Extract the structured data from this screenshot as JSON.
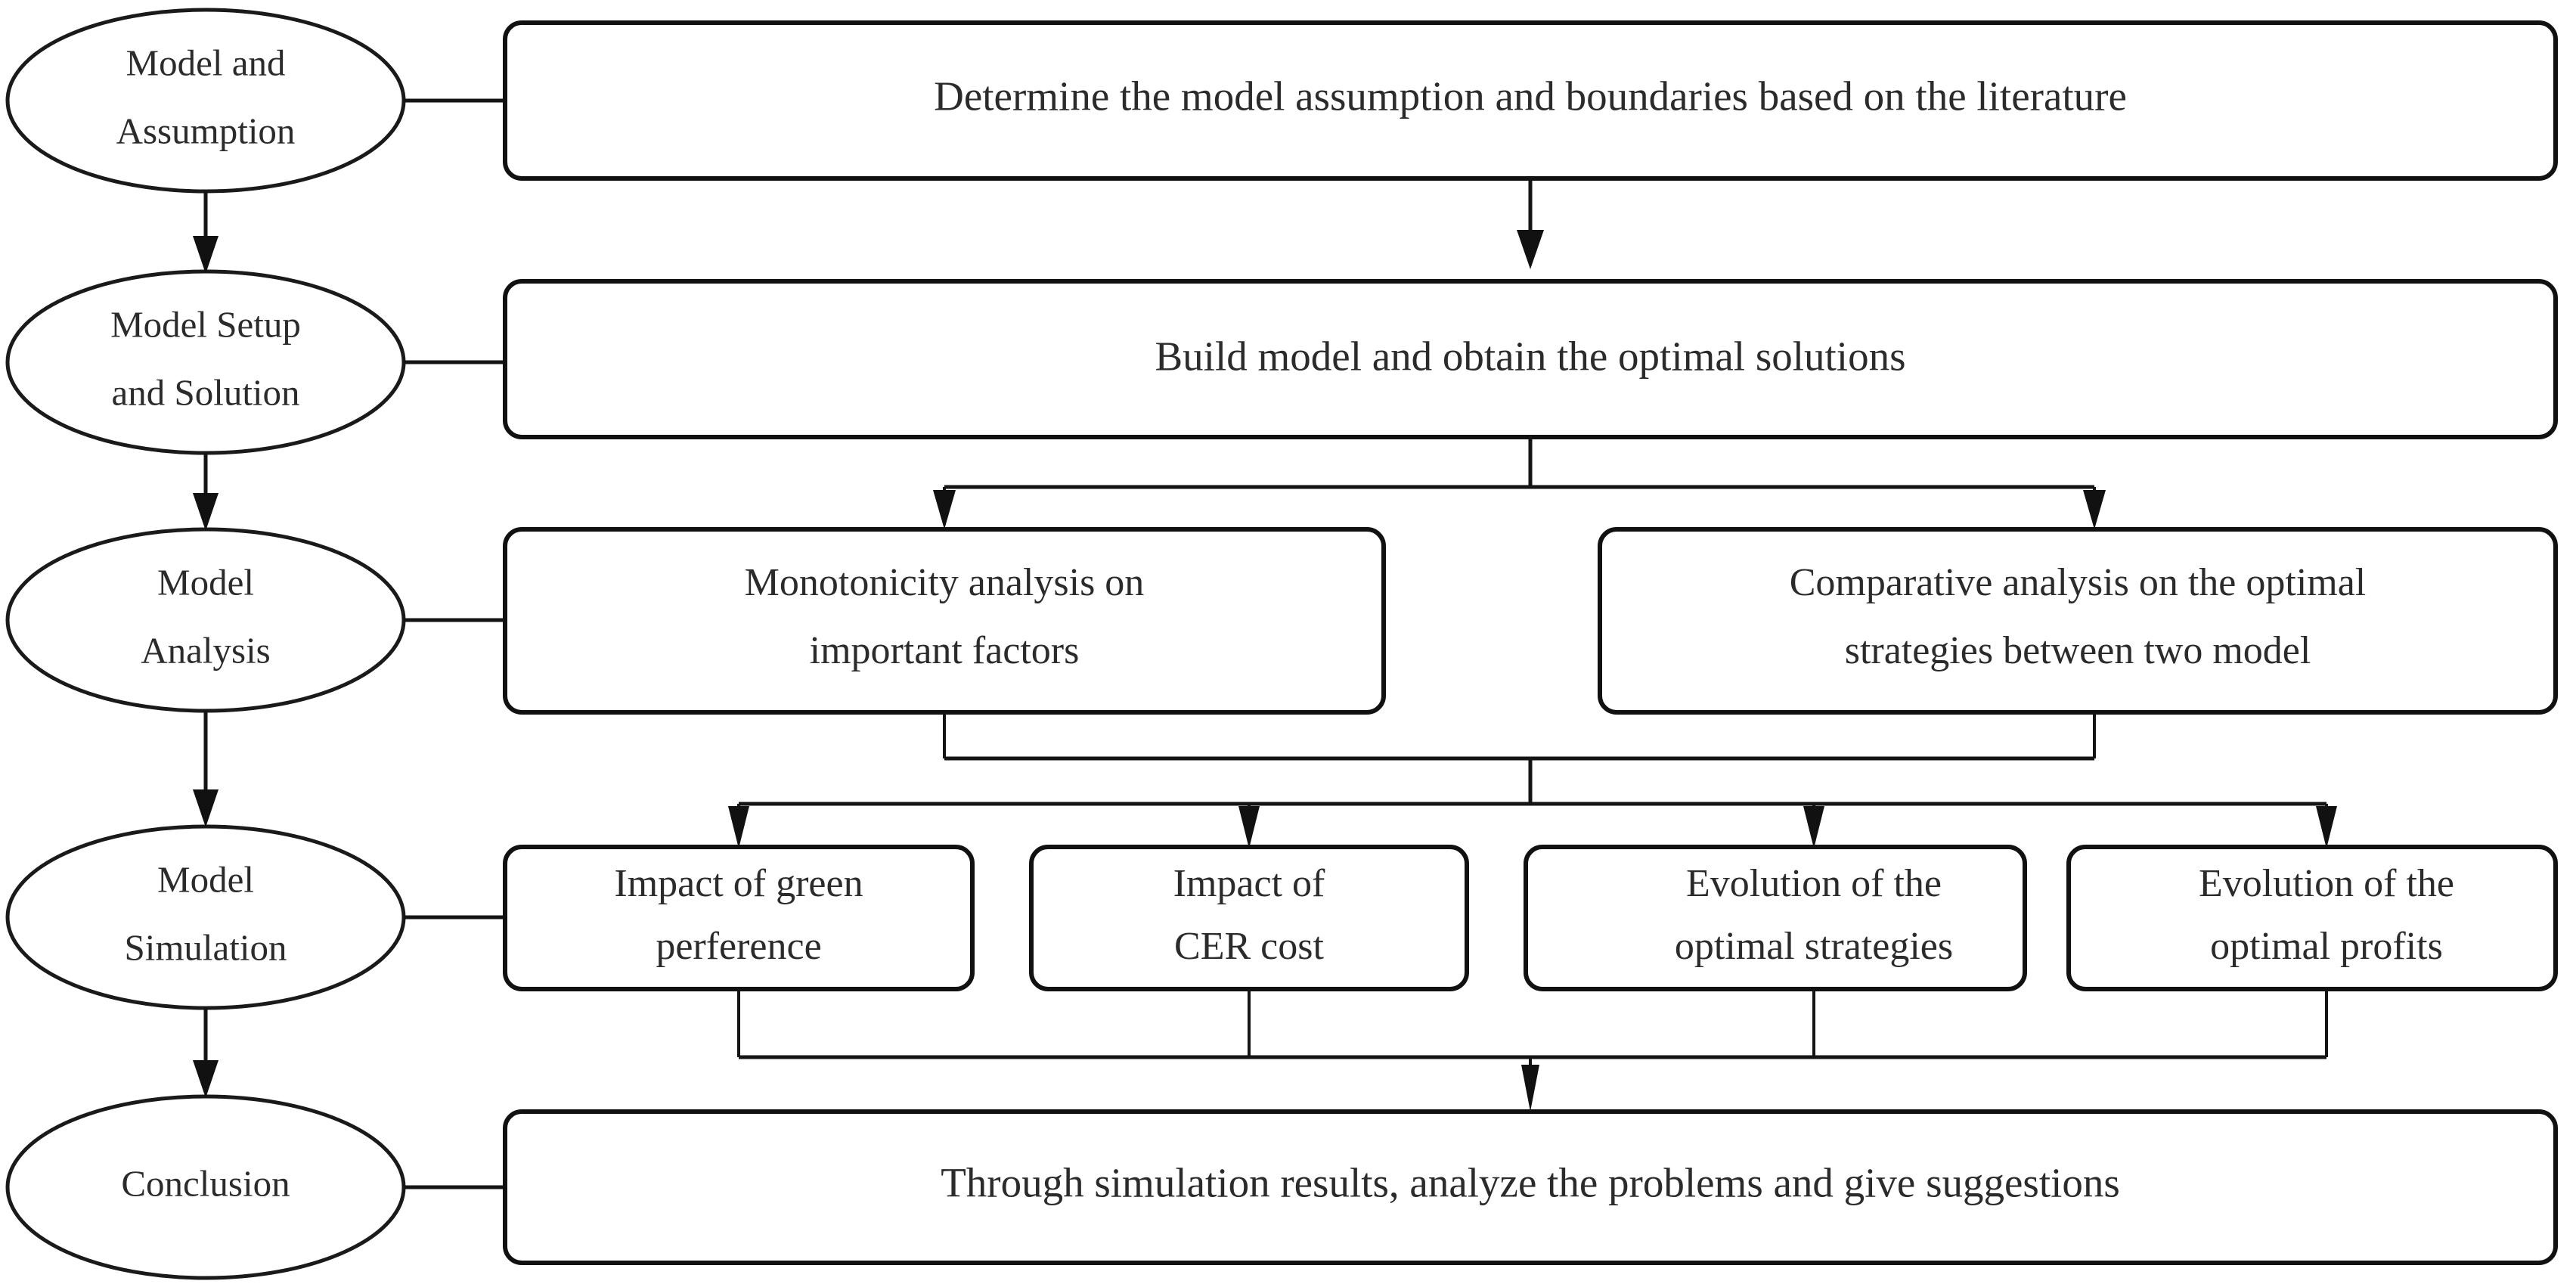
{
  "diagram": {
    "title": "Research framework flowchart",
    "background_color": "#ffffff",
    "line_color": "#141414",
    "text_color": "#2b2b2b"
  },
  "stages": [
    {
      "id": "stage-model-assumption",
      "line1": "Model and",
      "line2": "Assumption"
    },
    {
      "id": "stage-model-setup",
      "line1": "Model Setup",
      "line2": "and Solution"
    },
    {
      "id": "stage-model-analysis",
      "line1": "Model",
      "line2": "Analysis"
    },
    {
      "id": "stage-model-simulation",
      "line1": "Model",
      "line2": "Simulation"
    },
    {
      "id": "stage-conclusion",
      "line1": "Conclusion",
      "line2": ""
    }
  ],
  "steps": {
    "assumption": {
      "line1": "Determine the model assumption and boundaries based on the literature",
      "line2": ""
    },
    "build_model": {
      "line1": "Build model and obtain the optimal solutions",
      "line2": ""
    },
    "monotonicity": {
      "line1": "Monotonicity analysis on",
      "line2": "important factors"
    },
    "comparative": {
      "line1": "Comparative analysis on the optimal",
      "line2": "strategies between two model"
    },
    "green_preference": {
      "line1": "Impact of  green",
      "line2": "perference"
    },
    "cer_cost": {
      "line1": "Impact of",
      "line2": "CER cost"
    },
    "optimal_strategies": {
      "line1": "Evolution of the",
      "line2": "optimal strategies"
    },
    "optimal_profits": {
      "line1": "Evolution of the",
      "line2": "optimal profits"
    },
    "conclusion": {
      "line1": "Through simulation results, analyze the problems and give suggestions",
      "line2": ""
    }
  }
}
